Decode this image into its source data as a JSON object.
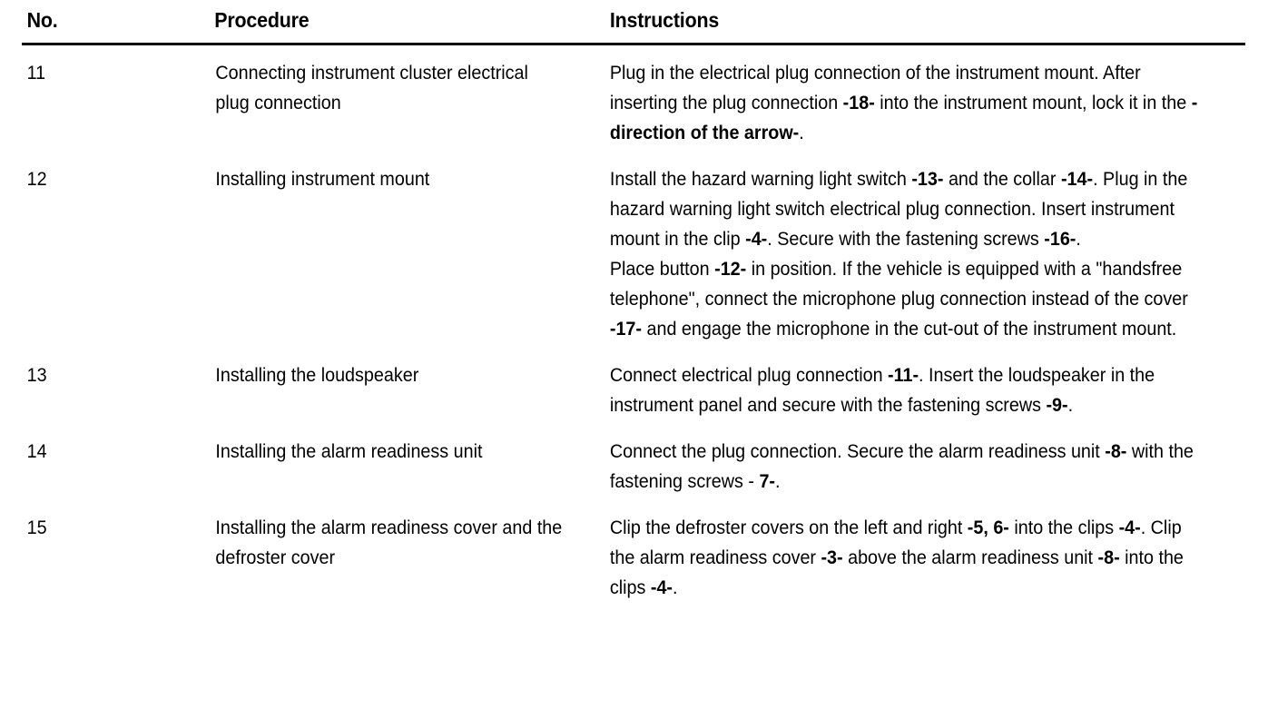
{
  "table": {
    "headers": {
      "no": "No.",
      "procedure": "Procedure",
      "instructions": "Instructions"
    },
    "rows": [
      {
        "no": "11",
        "procedure": "Connecting instrument cluster electrical plug connection",
        "instructions_plain": "Plug in the electrical plug connection of the instrument mount. After inserting the plug connection -18- into the instrument mount, lock it in the -direction of the arrow-.",
        "instructions_segments": [
          {
            "text": "Plug in the electrical plug connection of the instrument mount. After inserting the plug connection ",
            "bold": false
          },
          {
            "text": "-18-",
            "bold": true
          },
          {
            "text": " into the instrument mount, lock it in the ",
            "bold": false
          },
          {
            "text": "-direction of the arrow-",
            "bold": true
          },
          {
            "text": ".",
            "bold": false
          }
        ]
      },
      {
        "no": "12",
        "procedure": "Installing instrument mount",
        "instructions_plain": "Install the hazard warning light switch -13- and the collar -14-. Plug in the hazard warning light switch electrical plug connection. Insert instrument mount in the clip -4-. Secure with the fastening screws -16-. Place button -12- in position. If the vehicle is equipped with a \"handsfree telephone\", connect the microphone plug connection instead of the cover -17- and engage the microphone in the cut-out of the instrument mount.",
        "instructions_segments": [
          {
            "text": "Install the hazard warning light switch ",
            "bold": false
          },
          {
            "text": "-13-",
            "bold": true
          },
          {
            "text": " and the collar ",
            "bold": false
          },
          {
            "text": "-14-",
            "bold": true
          },
          {
            "text": ". Plug in the hazard warning light switch electrical plug connection. Insert instrument mount in the clip ",
            "bold": false
          },
          {
            "text": "-4-",
            "bold": true
          },
          {
            "text": ". Secure with the fastening screws ",
            "bold": false
          },
          {
            "text": "-16-",
            "bold": true
          },
          {
            "text": ".",
            "bold": false
          },
          {
            "text": "\n",
            "bold": false
          },
          {
            "text": "Place button ",
            "bold": false
          },
          {
            "text": "-12-",
            "bold": true
          },
          {
            "text": " in position. If the vehicle is equipped with a \"handsfree telephone\", connect the microphone plug connection instead of the cover ",
            "bold": false
          },
          {
            "text": "-17-",
            "bold": true
          },
          {
            "text": " and engage the microphone in the cut-out of the instrument mount.",
            "bold": false
          }
        ]
      },
      {
        "no": "13",
        "procedure": "Installing the loudspeaker",
        "instructions_plain": "Connect electrical plug connection -11-. Insert the loud-speaker in the instrument panel and secure with the fastening screws -9-.",
        "instructions_segments": [
          {
            "text": "Connect electrical plug connection ",
            "bold": false
          },
          {
            "text": "-11-",
            "bold": true
          },
          {
            "text": ". Insert the loudspeaker in the instrument panel and secure with the fastening screws ",
            "bold": false
          },
          {
            "text": "-9-",
            "bold": true
          },
          {
            "text": ".",
            "bold": false
          }
        ]
      },
      {
        "no": "14",
        "procedure": "Installing the alarm readiness unit",
        "instructions_plain": "Connect the plug connection. Secure the alarm readiness unit -8- with the fastening screws - 7-.",
        "instructions_segments": [
          {
            "text": "Connect the plug connection. Secure the alarm readiness unit ",
            "bold": false
          },
          {
            "text": "-8-",
            "bold": true
          },
          {
            "text": " with the fastening screws - ",
            "bold": false
          },
          {
            "text": "7-",
            "bold": true
          },
          {
            "text": ".",
            "bold": false
          }
        ]
      },
      {
        "no": "15",
        "procedure": "Installing the alarm readiness cover and the defroster cover",
        "instructions_plain": "Clip the defroster covers on the left and right -5, 6- into the clips -4-. Clip the alarm readiness cover -3- above the alarm readiness unit -8- into the clips -4-.",
        "instructions_segments": [
          {
            "text": "Clip the defroster covers on the left and right ",
            "bold": false
          },
          {
            "text": "-5, 6-",
            "bold": true
          },
          {
            "text": " into the clips ",
            "bold": false
          },
          {
            "text": "-4-",
            "bold": true
          },
          {
            "text": ". Clip the alarm readiness cover ",
            "bold": false
          },
          {
            "text": "-3-",
            "bold": true
          },
          {
            "text": " above the alarm readiness unit ",
            "bold": false
          },
          {
            "text": "-8-",
            "bold": true
          },
          {
            "text": " into the clips ",
            "bold": false
          },
          {
            "text": "-4-",
            "bold": true
          },
          {
            "text": ".",
            "bold": false
          }
        ]
      }
    ]
  }
}
